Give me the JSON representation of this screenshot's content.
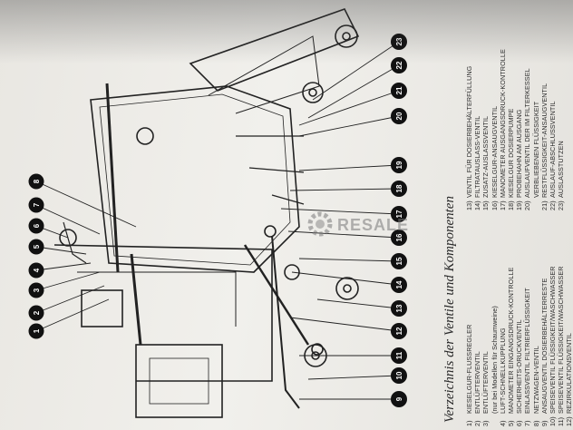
{
  "watermark": {
    "text": "RESALE"
  },
  "heading": "Verzeichnis der Ventile und Komponenten",
  "callouts": [
    "1",
    "2",
    "3",
    "4",
    "5",
    "6",
    "7",
    "8",
    "9",
    "10",
    "11",
    "12",
    "13",
    "14",
    "15",
    "16",
    "17",
    "18",
    "19",
    "20",
    "21",
    "22",
    "23"
  ],
  "list_left": [
    {
      "num": "1)",
      "label": "KIESELGUR-FLUSSREGLER"
    },
    {
      "num": "2)",
      "label": "ENTLÜFTERVENTIL"
    },
    {
      "num": "3)",
      "label": "ENTLÜFTERVENTIL"
    },
    {
      "num": "",
      "label": "(nur bei Modellen für Schaumweine)"
    },
    {
      "num": "4)",
      "label": "LUFT-SCHNELLKUPPLUNG"
    },
    {
      "num": "5)",
      "label": "MANOMETER EINGANGSDRUCK-KONTROLLE"
    },
    {
      "num": "6)",
      "label": "SICHERHEITS-DRUCKVENTIL"
    },
    {
      "num": "7)",
      "label": "EINLASSVENTIL FILTRIERFLÜSSIGKEIT"
    },
    {
      "num": "8)",
      "label": "NETZWAGEN-VENTIL"
    },
    {
      "num": "9)",
      "label": "ANSAUGVENTIL DOSIERBEHÄLTERRESTE"
    },
    {
      "num": "10)",
      "label": "SPEISEVENTIL FLÜSSIGKEIT/WASCHWASSER"
    },
    {
      "num": "11)",
      "label": "SPEISEVENTIL FLÜSSIGKEIT/WASCHWASSER"
    },
    {
      "num": "12)",
      "label": "REZIRKULATIONSVENTIL"
    }
  ],
  "list_right": [
    {
      "num": "13)",
      "label": "VENTIL FÜR DOSIERBEHÄLTERFÜLLUNG"
    },
    {
      "num": "14)",
      "label": "FILTRATAUSLASS-VENTIL"
    },
    {
      "num": "15)",
      "label": "ZUSATZ-AUSLASSVENTIL"
    },
    {
      "num": "16)",
      "label": "KIESELGUR-ANSAUGVENTIL"
    },
    {
      "num": "17)",
      "label": "MANOMETER AUSGANGSDRUCK-KONTROLLE"
    },
    {
      "num": "18)",
      "label": "KIESELGUR DOSIERPUMPE"
    },
    {
      "num": "19)",
      "label": "PROBEHAHN AM AUSGANG"
    },
    {
      "num": "20)",
      "label": "AUSLAUFVENTIL DER IM FILTERKESSEL"
    },
    {
      "num": "",
      "label": "VERBLIEBENEN FLÜSSIGKEIT"
    },
    {
      "num": "21)",
      "label": "RESTFLÜSSIGKEIT-ANSAUGVENTIL"
    },
    {
      "num": "22)",
      "label": "AUSLAUF-ABSCHLUSSVENTIL"
    },
    {
      "num": "23)",
      "label": "AUSLASSTUTZEN"
    }
  ]
}
